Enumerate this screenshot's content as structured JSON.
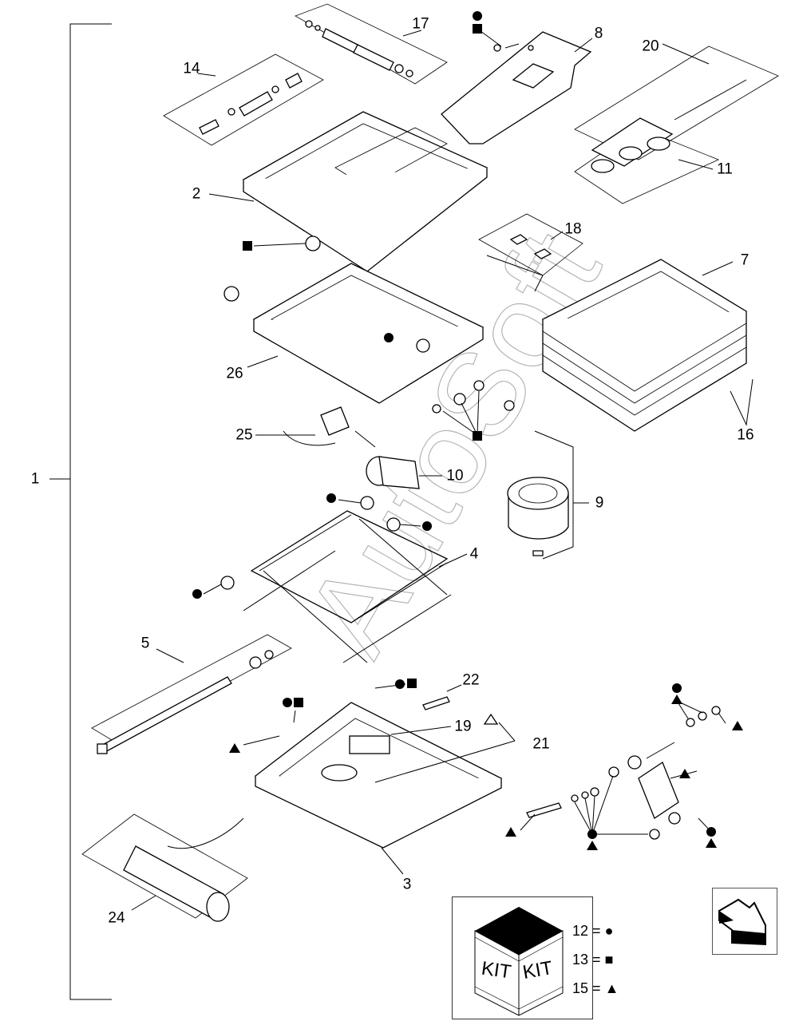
{
  "diagram": {
    "watermark": "AutoSoft",
    "callouts": {
      "c1": "1",
      "c2": "2",
      "c3": "3",
      "c4": "4",
      "c5": "5",
      "c7": "7",
      "c8": "8",
      "c9": "9",
      "c10": "10",
      "c11": "11",
      "c14": "14",
      "c16": "16",
      "c17": "17",
      "c18": "18",
      "c19": "19",
      "c20": "20",
      "c21": "21",
      "c22": "22",
      "c24": "24",
      "c25": "25",
      "c26": "26"
    },
    "kit": {
      "face_left": "KIT",
      "face_right": "KIT",
      "legend": [
        {
          "label": "12 =",
          "symbol": "circle"
        },
        {
          "label": "13 =",
          "symbol": "square"
        },
        {
          "label": "15 =",
          "symbol": "triangle"
        }
      ]
    },
    "nav_icon": "next-page-arrow-icon"
  }
}
